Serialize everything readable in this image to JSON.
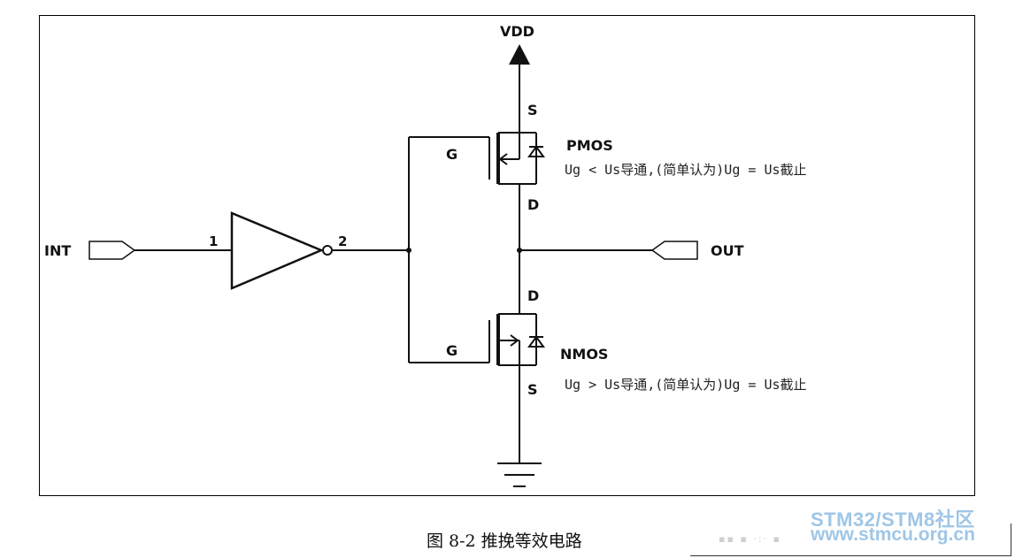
{
  "labels": {
    "vdd": "VDD",
    "input": "INT",
    "output": "OUT",
    "pin1": "1",
    "pin2": "2",
    "pmos": "PMOS",
    "nmos": "NMOS",
    "pmos_s": "S",
    "pmos_d": "D",
    "pmos_g": "G",
    "nmos_d": "D",
    "nmos_s": "S",
    "nmos_g": "G",
    "pmos_note": "Ug < Us导通,(简单认为)Ug = Us截止",
    "nmos_note": "Ug > Us导通,(简单认为)Ug = Us截止"
  },
  "caption": "图 8-2 推挽等效电路",
  "watermark": {
    "line1": "STM32/STM8社区",
    "line2": "www.stmcu.org.cn",
    "color": "#9fc6e6"
  }
}
